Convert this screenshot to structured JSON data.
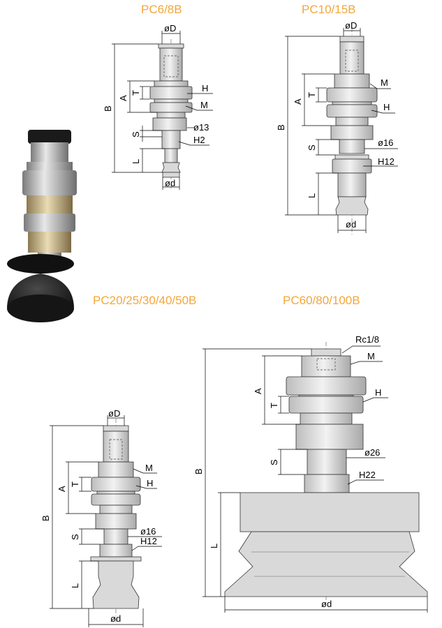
{
  "titles": {
    "pc6": "PC6/8B",
    "pc10": "PC10/15B",
    "pc20": "PC20/25/30/40/50B",
    "pc60": "PC60/80/100B"
  },
  "pc6": {
    "od_top": "øD",
    "B": "B",
    "A": "A",
    "T": "T",
    "S": "S",
    "L": "L",
    "H": "H",
    "M": "M",
    "o13": "ø13",
    "H2": "H2",
    "od_bottom": "ød"
  },
  "pc10": {
    "od_top": "øD",
    "B": "B",
    "A": "A",
    "T": "T",
    "S": "S",
    "L": "L",
    "M": "M",
    "H": "H",
    "o16": "ø16",
    "H12": "H12",
    "od_bottom": "ød"
  },
  "pc20": {
    "od_top": "øD",
    "B": "B",
    "A": "A",
    "T": "T",
    "S": "S",
    "L": "L",
    "M": "M",
    "H": "H",
    "o16": "ø16",
    "H12": "H12",
    "od_bottom": "ød"
  },
  "pc60": {
    "Rc": "Rc1/8",
    "B": "B",
    "A": "A",
    "T": "T",
    "S": "S",
    "L": "L",
    "M": "M",
    "H": "H",
    "o26": "ø26",
    "H22": "H22",
    "od_bottom": "ød"
  },
  "colors": {
    "title": "#f3a73a",
    "part_fill": "#d9d9d9",
    "cup_black": "#1c1c1c"
  }
}
